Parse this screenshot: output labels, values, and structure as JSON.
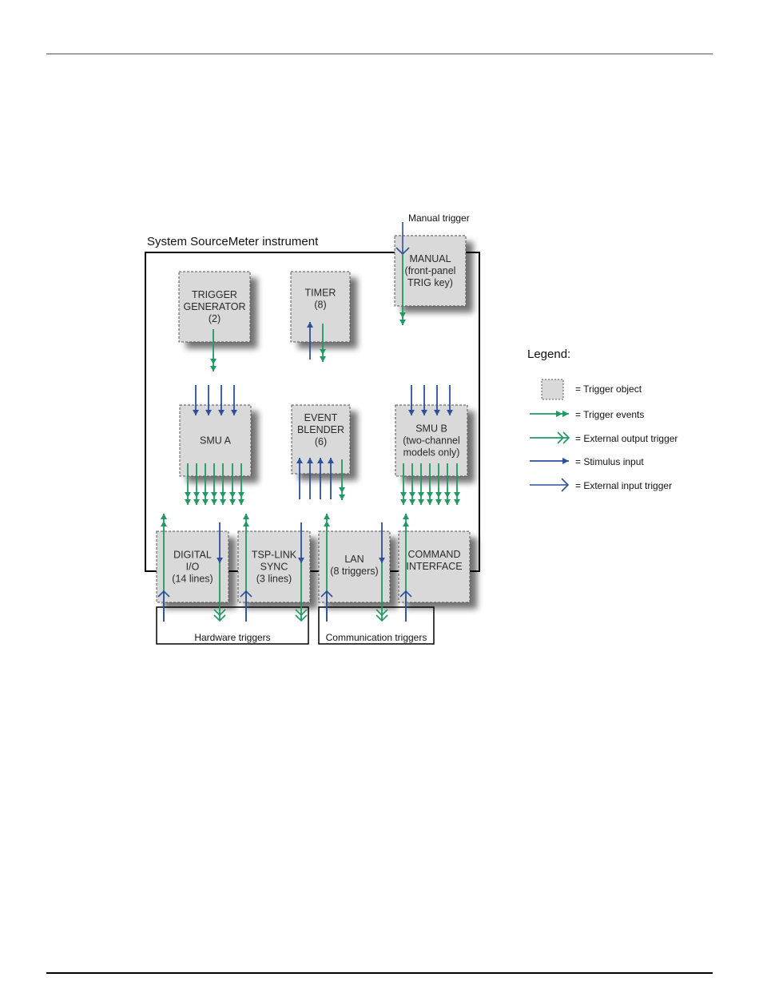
{
  "colors": {
    "trigger_event_green": "#1f9a60",
    "stimulus_blue": "#2f4f9c",
    "object_fill": "#d9d9d9",
    "object_border": "#555555",
    "frame": "#000000"
  },
  "diagram": {
    "instrument_label": "System SourceMeter instrument",
    "manual_trigger_label": "Manual trigger",
    "objects": {
      "trigger_generator": [
        "TRIGGER",
        "GENERATOR",
        "(2)"
      ],
      "timer": [
        "TIMER",
        "(8)"
      ],
      "manual": [
        "MANUAL",
        "(front-panel",
        "TRIG key)"
      ],
      "smu_a": [
        "SMU A"
      ],
      "event_blender": [
        "EVENT",
        "BLENDER",
        "(6)"
      ],
      "smu_b": [
        "SMU B",
        "(two-channel",
        "models only)"
      ],
      "digital_io": [
        "DIGITAL",
        "I/O",
        "(14 lines)"
      ],
      "tsp_link": [
        "TSP-LINK",
        "SYNC",
        "(3 lines)"
      ],
      "lan": [
        "LAN",
        "(8 triggers)"
      ],
      "command_interface": [
        "COMMAND",
        "INTERFACE"
      ]
    },
    "groups": {
      "hardware": "Hardware triggers",
      "communication": "Communication triggers"
    }
  },
  "legend": {
    "title": "Legend:",
    "items": [
      {
        "icon": "trigger-object-swatch",
        "label": "= Trigger object"
      },
      {
        "icon": "trigger-event-arrow",
        "label": "= Trigger events"
      },
      {
        "icon": "external-output-arrow",
        "label": "= External output trigger"
      },
      {
        "icon": "stimulus-input-arrow",
        "label": "= Stimulus input"
      },
      {
        "icon": "external-input-arrow",
        "label": "= External input trigger"
      }
    ]
  }
}
